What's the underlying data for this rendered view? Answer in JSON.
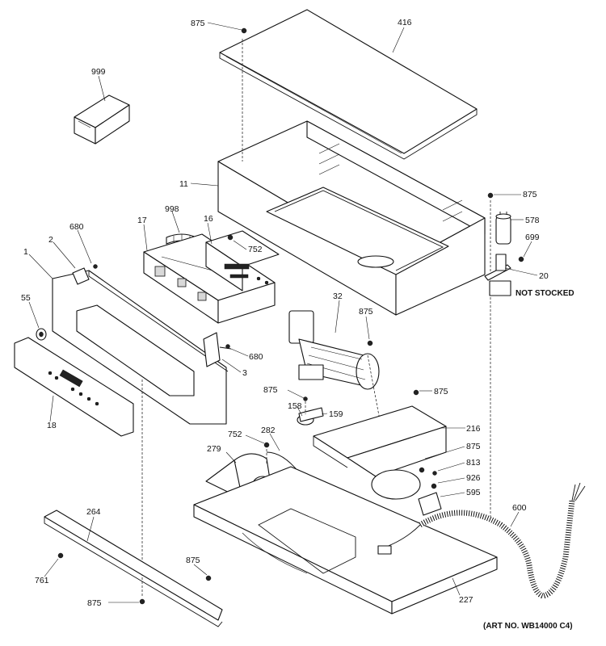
{
  "labels": {
    "l875_top": "875",
    "l416": "416",
    "l999": "999",
    "l11": "11",
    "l875_r": "875",
    "l578": "578",
    "l699": "699",
    "l20": "20",
    "l998": "998",
    "l17": "17",
    "l16": "16",
    "l752_a": "752",
    "l680_a": "680",
    "l2": "2",
    "l1": "1",
    "l55": "55",
    "l32": "32",
    "l875_fan": "875",
    "l680_b": "680",
    "l3": "3",
    "l18": "18",
    "l875_mid": "875",
    "l158": "158",
    "l159": "159",
    "l875_c": "875",
    "l216": "216",
    "l752_b": "752",
    "l282": "282",
    "l279": "279",
    "l875_d": "875",
    "l813": "813",
    "l926": "926",
    "l595": "595",
    "l600": "600",
    "l264": "264",
    "l761": "761",
    "l875_e": "875",
    "l875_f": "875",
    "l227": "227"
  },
  "notes": {
    "not_stocked": "NOT STOCKED",
    "art_no": "(ART NO. WB14000 C4)"
  }
}
